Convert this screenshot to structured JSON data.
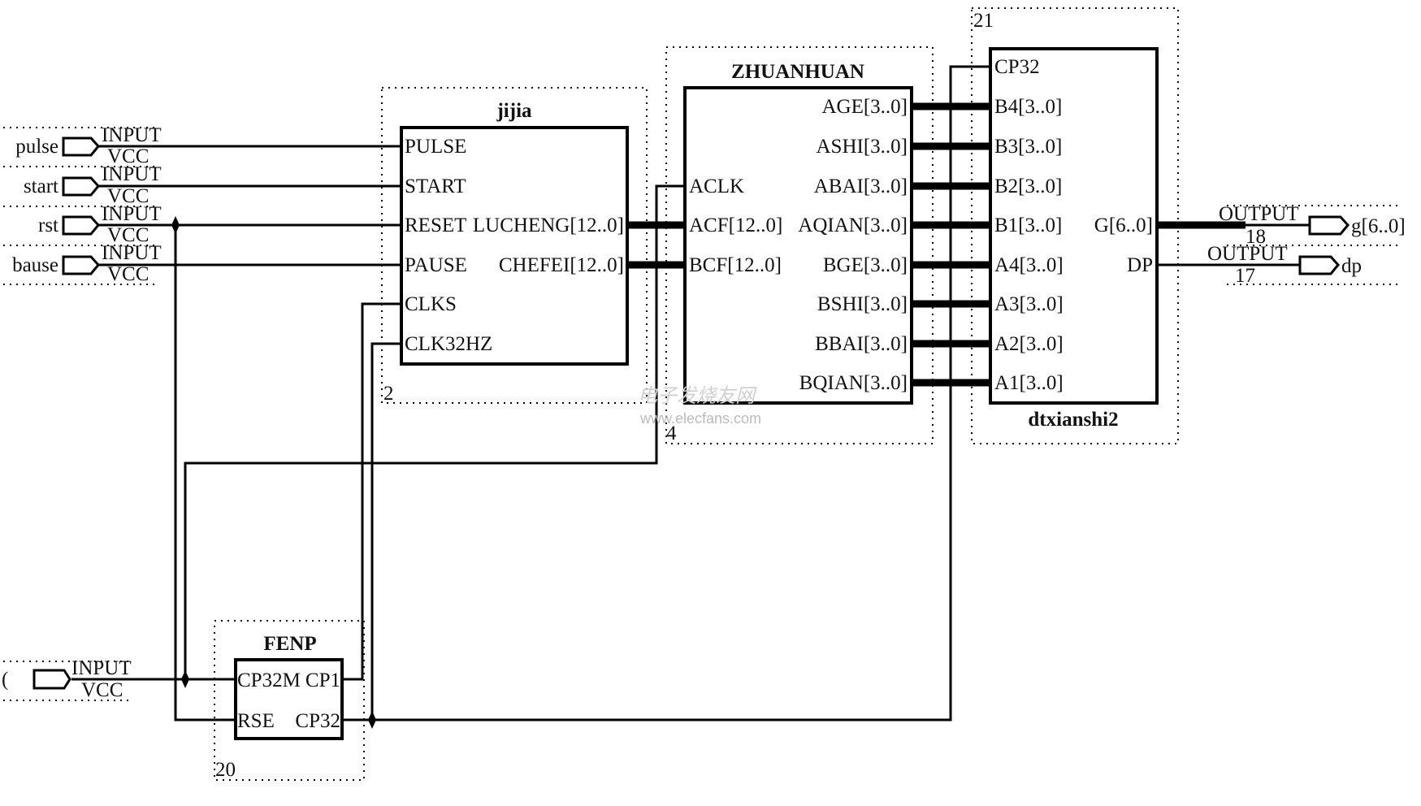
{
  "diagram": {
    "kind": "schematic",
    "watermark": {
      "cn": "电子发烧友网",
      "url": "www.elecfans.com"
    },
    "inputs": [
      {
        "name": "pulse",
        "type": "INPUT",
        "default": "VCC"
      },
      {
        "name": "start",
        "type": "INPUT",
        "default": "VCC"
      },
      {
        "name": "rst",
        "type": "INPUT",
        "default": "VCC"
      },
      {
        "name": "bause",
        "type": "INPUT",
        "default": "VCC"
      },
      {
        "name": "(",
        "type": "INPUT",
        "default": "VCC"
      }
    ],
    "outputs": [
      {
        "name": "g[6..0]",
        "type": "OUTPUT",
        "pin": "18"
      },
      {
        "name": "dp",
        "type": "OUTPUT",
        "pin": "17"
      }
    ],
    "blocks": {
      "jijia": {
        "title": "jijia",
        "instance": "2",
        "inputs": [
          "PULSE",
          "START",
          "RESET",
          "PAUSE",
          "CLKS",
          "CLK32HZ"
        ],
        "outputs": [
          "LUCHENG[12..0]",
          "CHEFEI[12..0]"
        ]
      },
      "zhuanhuan": {
        "title": "ZHUANHUAN",
        "instance": "4",
        "inputs": [
          "ACLK",
          "ACF[12..0]",
          "BCF[12..0]"
        ],
        "outputs": [
          "AGE[3..0]",
          "ASHI[3..0]",
          "ABAI[3..0]",
          "AQIAN[3..0]",
          "BGE[3..0]",
          "BSHI[3..0]",
          "BBAI[3..0]",
          "BQIAN[3..0]"
        ]
      },
      "dtxianshi2": {
        "title": "dtxianshi2",
        "instance": "21",
        "inputs": [
          "CP32",
          "B4[3..0]",
          "B3[3..0]",
          "B2[3..0]",
          "B1[3..0]",
          "A4[3..0]",
          "A3[3..0]",
          "A2[3..0]",
          "A1[3..0]"
        ],
        "outputs": [
          "G[6..0]",
          "DP"
        ]
      },
      "fenp": {
        "title": "FENP",
        "instance": "20",
        "inputs": [
          "CP32M",
          "RSE"
        ],
        "outputs": [
          "CP1",
          "CP32"
        ]
      }
    }
  }
}
